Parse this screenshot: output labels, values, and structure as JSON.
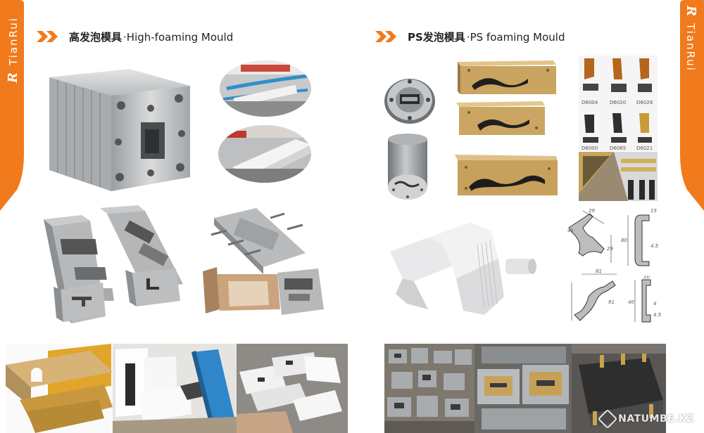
{
  "brand": {
    "logo_glyph": "R",
    "name": "TianRui",
    "strip_color": "#f07a1c"
  },
  "sections": {
    "left": {
      "title_zh": "高发泡模具",
      "separator": "·",
      "title_en": "High-foaming Mould"
    },
    "right": {
      "title_zh": "PS发泡模具",
      "separator": "·",
      "title_en": "PS foaming Mould"
    },
    "chevron_color": "#f07a1c"
  },
  "profile_codes": [
    "D6004",
    "D6020",
    "D6028",
    "D6000",
    "D6065",
    "D6021"
  ],
  "drawing_dims": {
    "top_left": [
      "29",
      "41",
      "29"
    ],
    "top_right": [
      "15",
      "80",
      "4.5"
    ],
    "bottom_left": [
      "81",
      "91"
    ],
    "bottom_right": [
      "10",
      "40",
      "4",
      "4.5"
    ]
  },
  "watermark": "NATUMBE.KZ"
}
